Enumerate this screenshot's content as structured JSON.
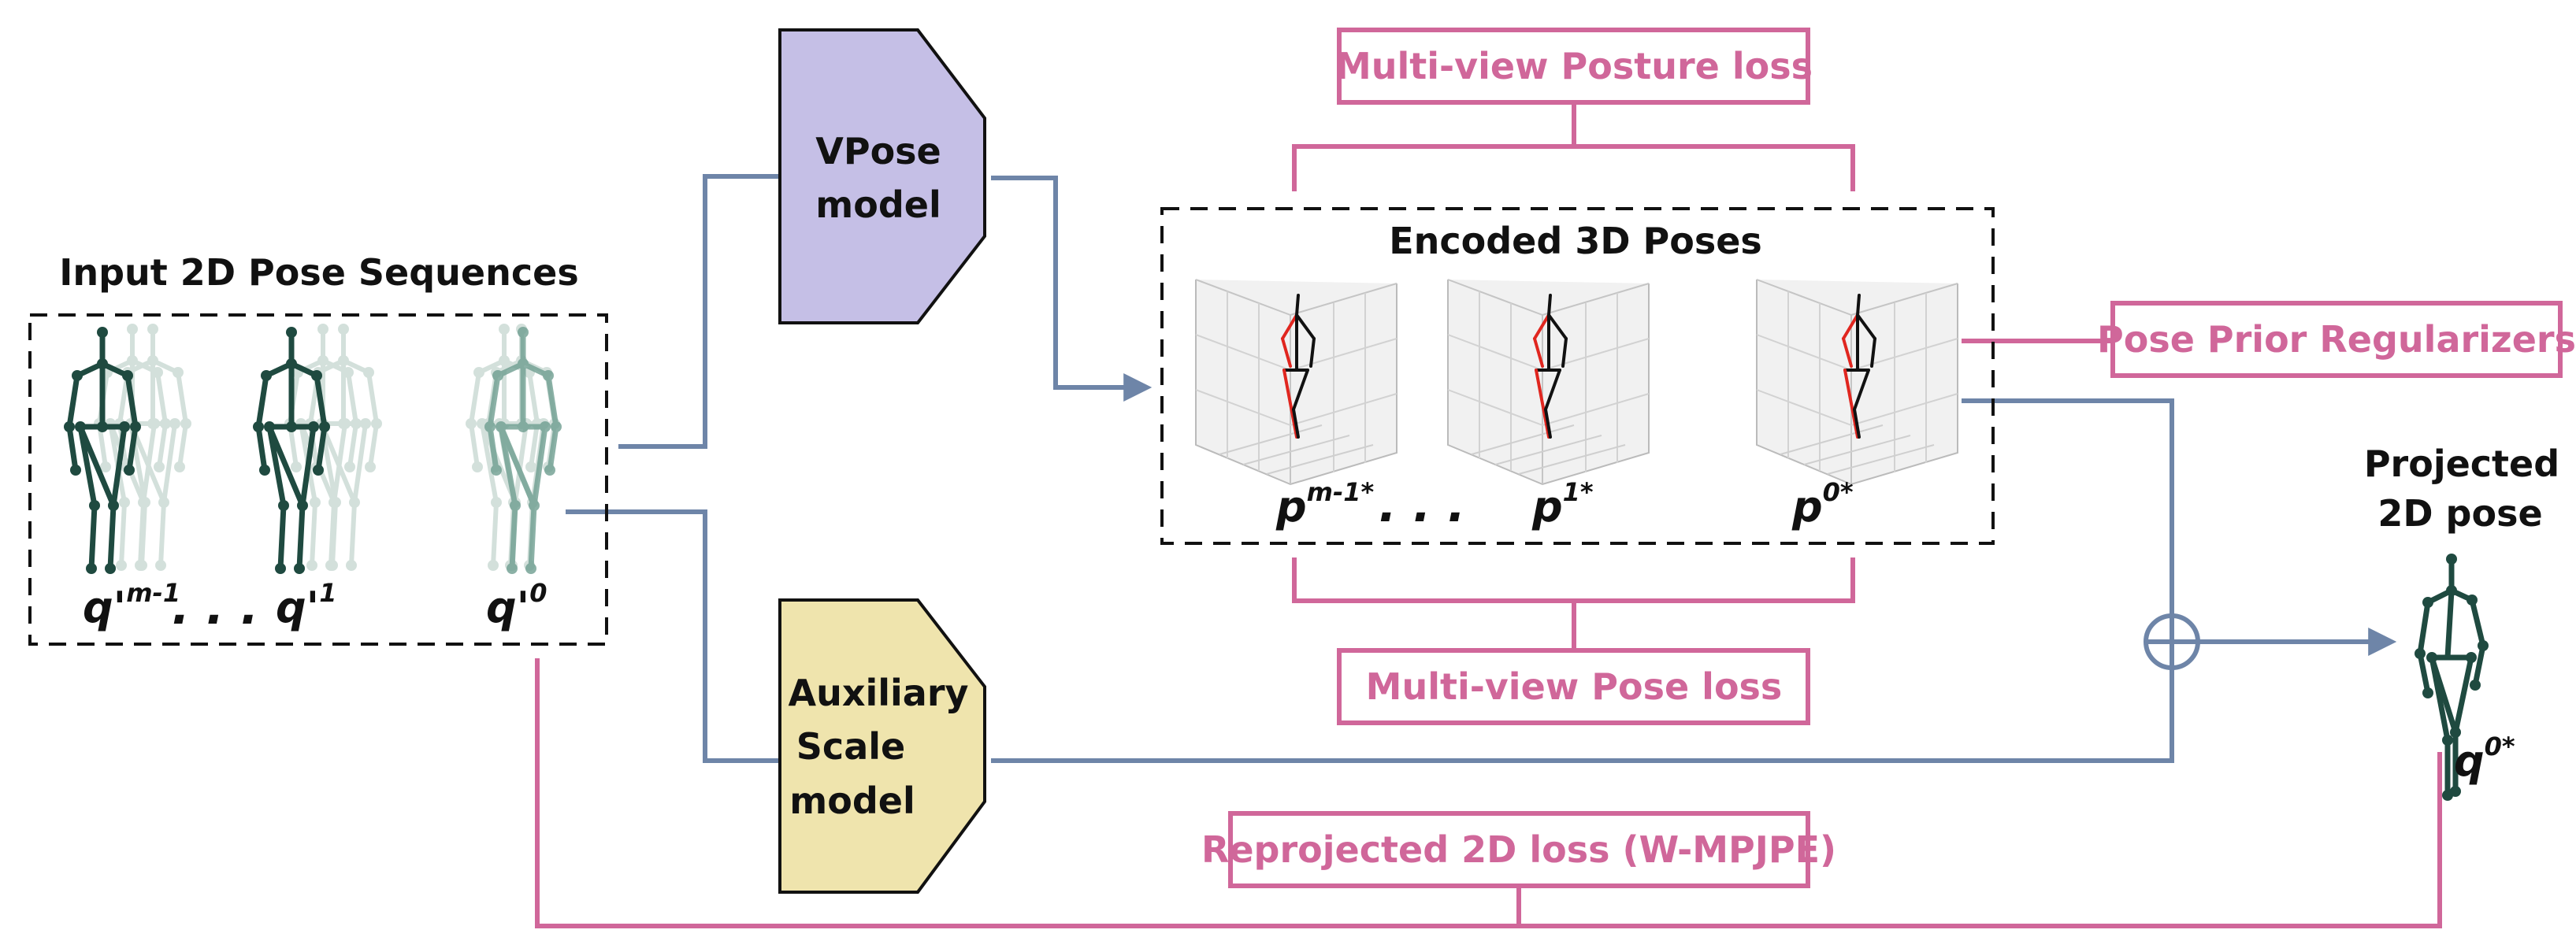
{
  "colors": {
    "flow": "#6e85a8",
    "loss": "#d0679a",
    "vpose_fill": "#c5bfe6",
    "scale_fill": "#efe4ad",
    "pose_dark": "#1f4a40",
    "pose_faint": "#9fbcb1",
    "left_limb": "#e0261f",
    "text": "#111111"
  },
  "input": {
    "title": "Input 2D Pose Sequences",
    "labels": {
      "q_m1": {
        "base": "q'",
        "sup": "m-1"
      },
      "q_1": {
        "base": "q'",
        "sup": "1"
      },
      "q_0": {
        "base": "q'",
        "sup": "0"
      },
      "dots": ". . ."
    }
  },
  "vpose": {
    "line1": "VPose",
    "line2": "model"
  },
  "scale": {
    "line1": "Auxiliary",
    "line2": "Scale",
    "line3": "model"
  },
  "encoded": {
    "title": "Encoded 3D Poses",
    "labels": {
      "p_m1": {
        "base": "p",
        "sup": "m-1*"
      },
      "p_1": {
        "base": "p",
        "sup": "1*"
      },
      "p_0": {
        "base": "p",
        "sup": "0*"
      },
      "dots": ". . ."
    }
  },
  "losses": {
    "posture": "Multi-view Posture loss",
    "pose": "Multi-view Pose loss",
    "prior": "Pose Prior Regularizers",
    "reproj": "Reprojected 2D loss (W-MPJPE)"
  },
  "output": {
    "line1": "Projected",
    "line2": "2D pose",
    "label": {
      "base": "q",
      "sup": "0*"
    }
  },
  "icons": [
    "direct-sum-icon",
    "arrow-head-icon",
    "skeleton-icon"
  ]
}
